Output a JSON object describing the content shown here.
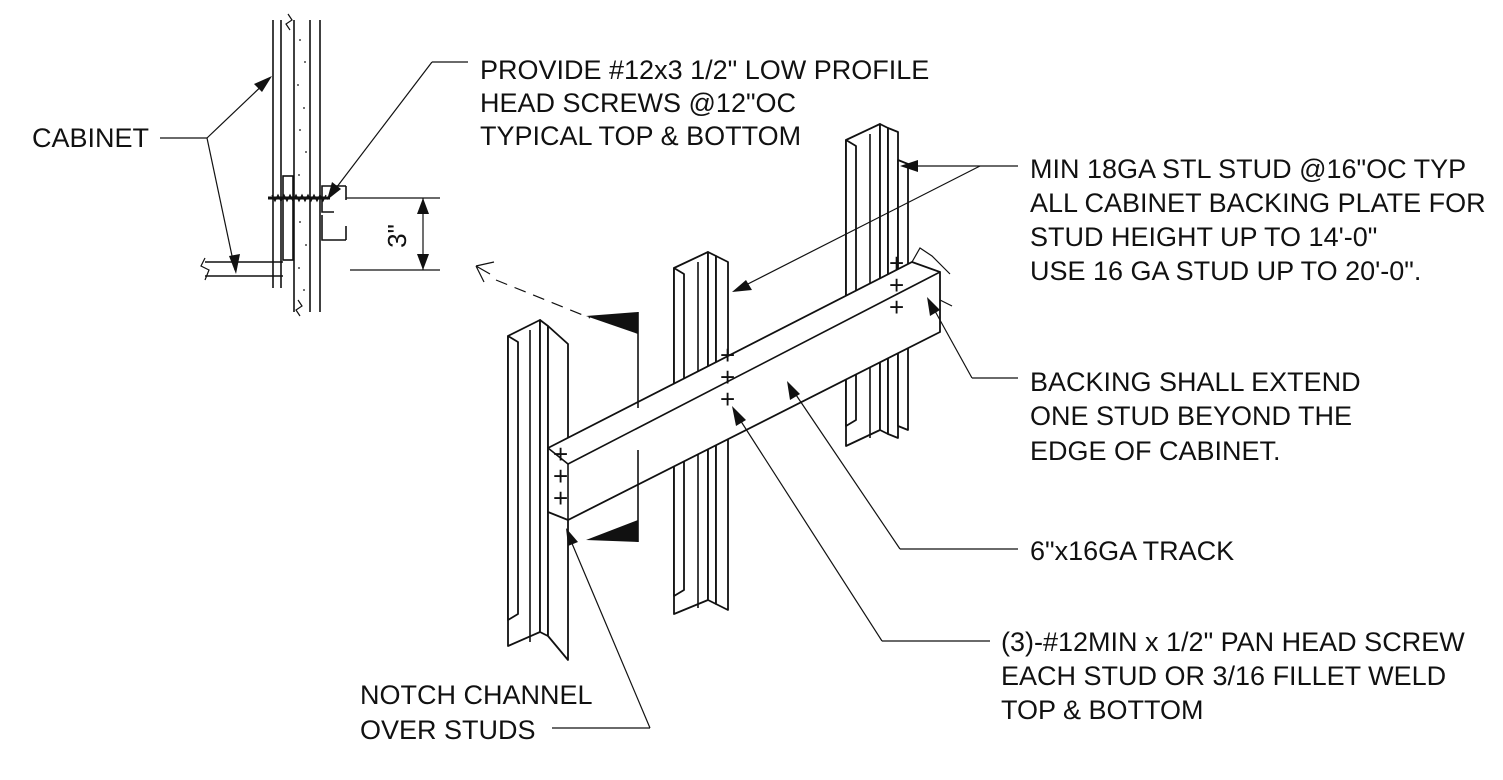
{
  "labels": {
    "cabinet": "CABINET",
    "screws_note": [
      "PROVIDE #12x3 1/2\" LOW PROFILE",
      "HEAD SCREWS @12\"OC",
      "TYPICAL TOP & BOTTOM"
    ],
    "dimension": "3\"",
    "stud_note": [
      "MIN 18GA STL STUD @16\"OC TYP",
      "ALL CABINET BACKING PLATE FOR",
      "STUD HEIGHT UP TO 14'-0\"",
      "USE 16 GA STUD UP TO 20'-0\"."
    ],
    "backing_note": [
      "BACKING SHALL EXTEND",
      "ONE STUD BEYOND THE",
      "EDGE OF CABINET."
    ],
    "track_note": "6\"x16GA TRACK",
    "fastener_note": [
      "(3)-#12MIN x 1/2\" PAN HEAD SCREW",
      "EACH STUD OR 3/16 FILLET WELD",
      "TOP & BOTTOM"
    ],
    "notch_note": [
      "NOTCH CHANNEL",
      "OVER STUDS"
    ]
  }
}
